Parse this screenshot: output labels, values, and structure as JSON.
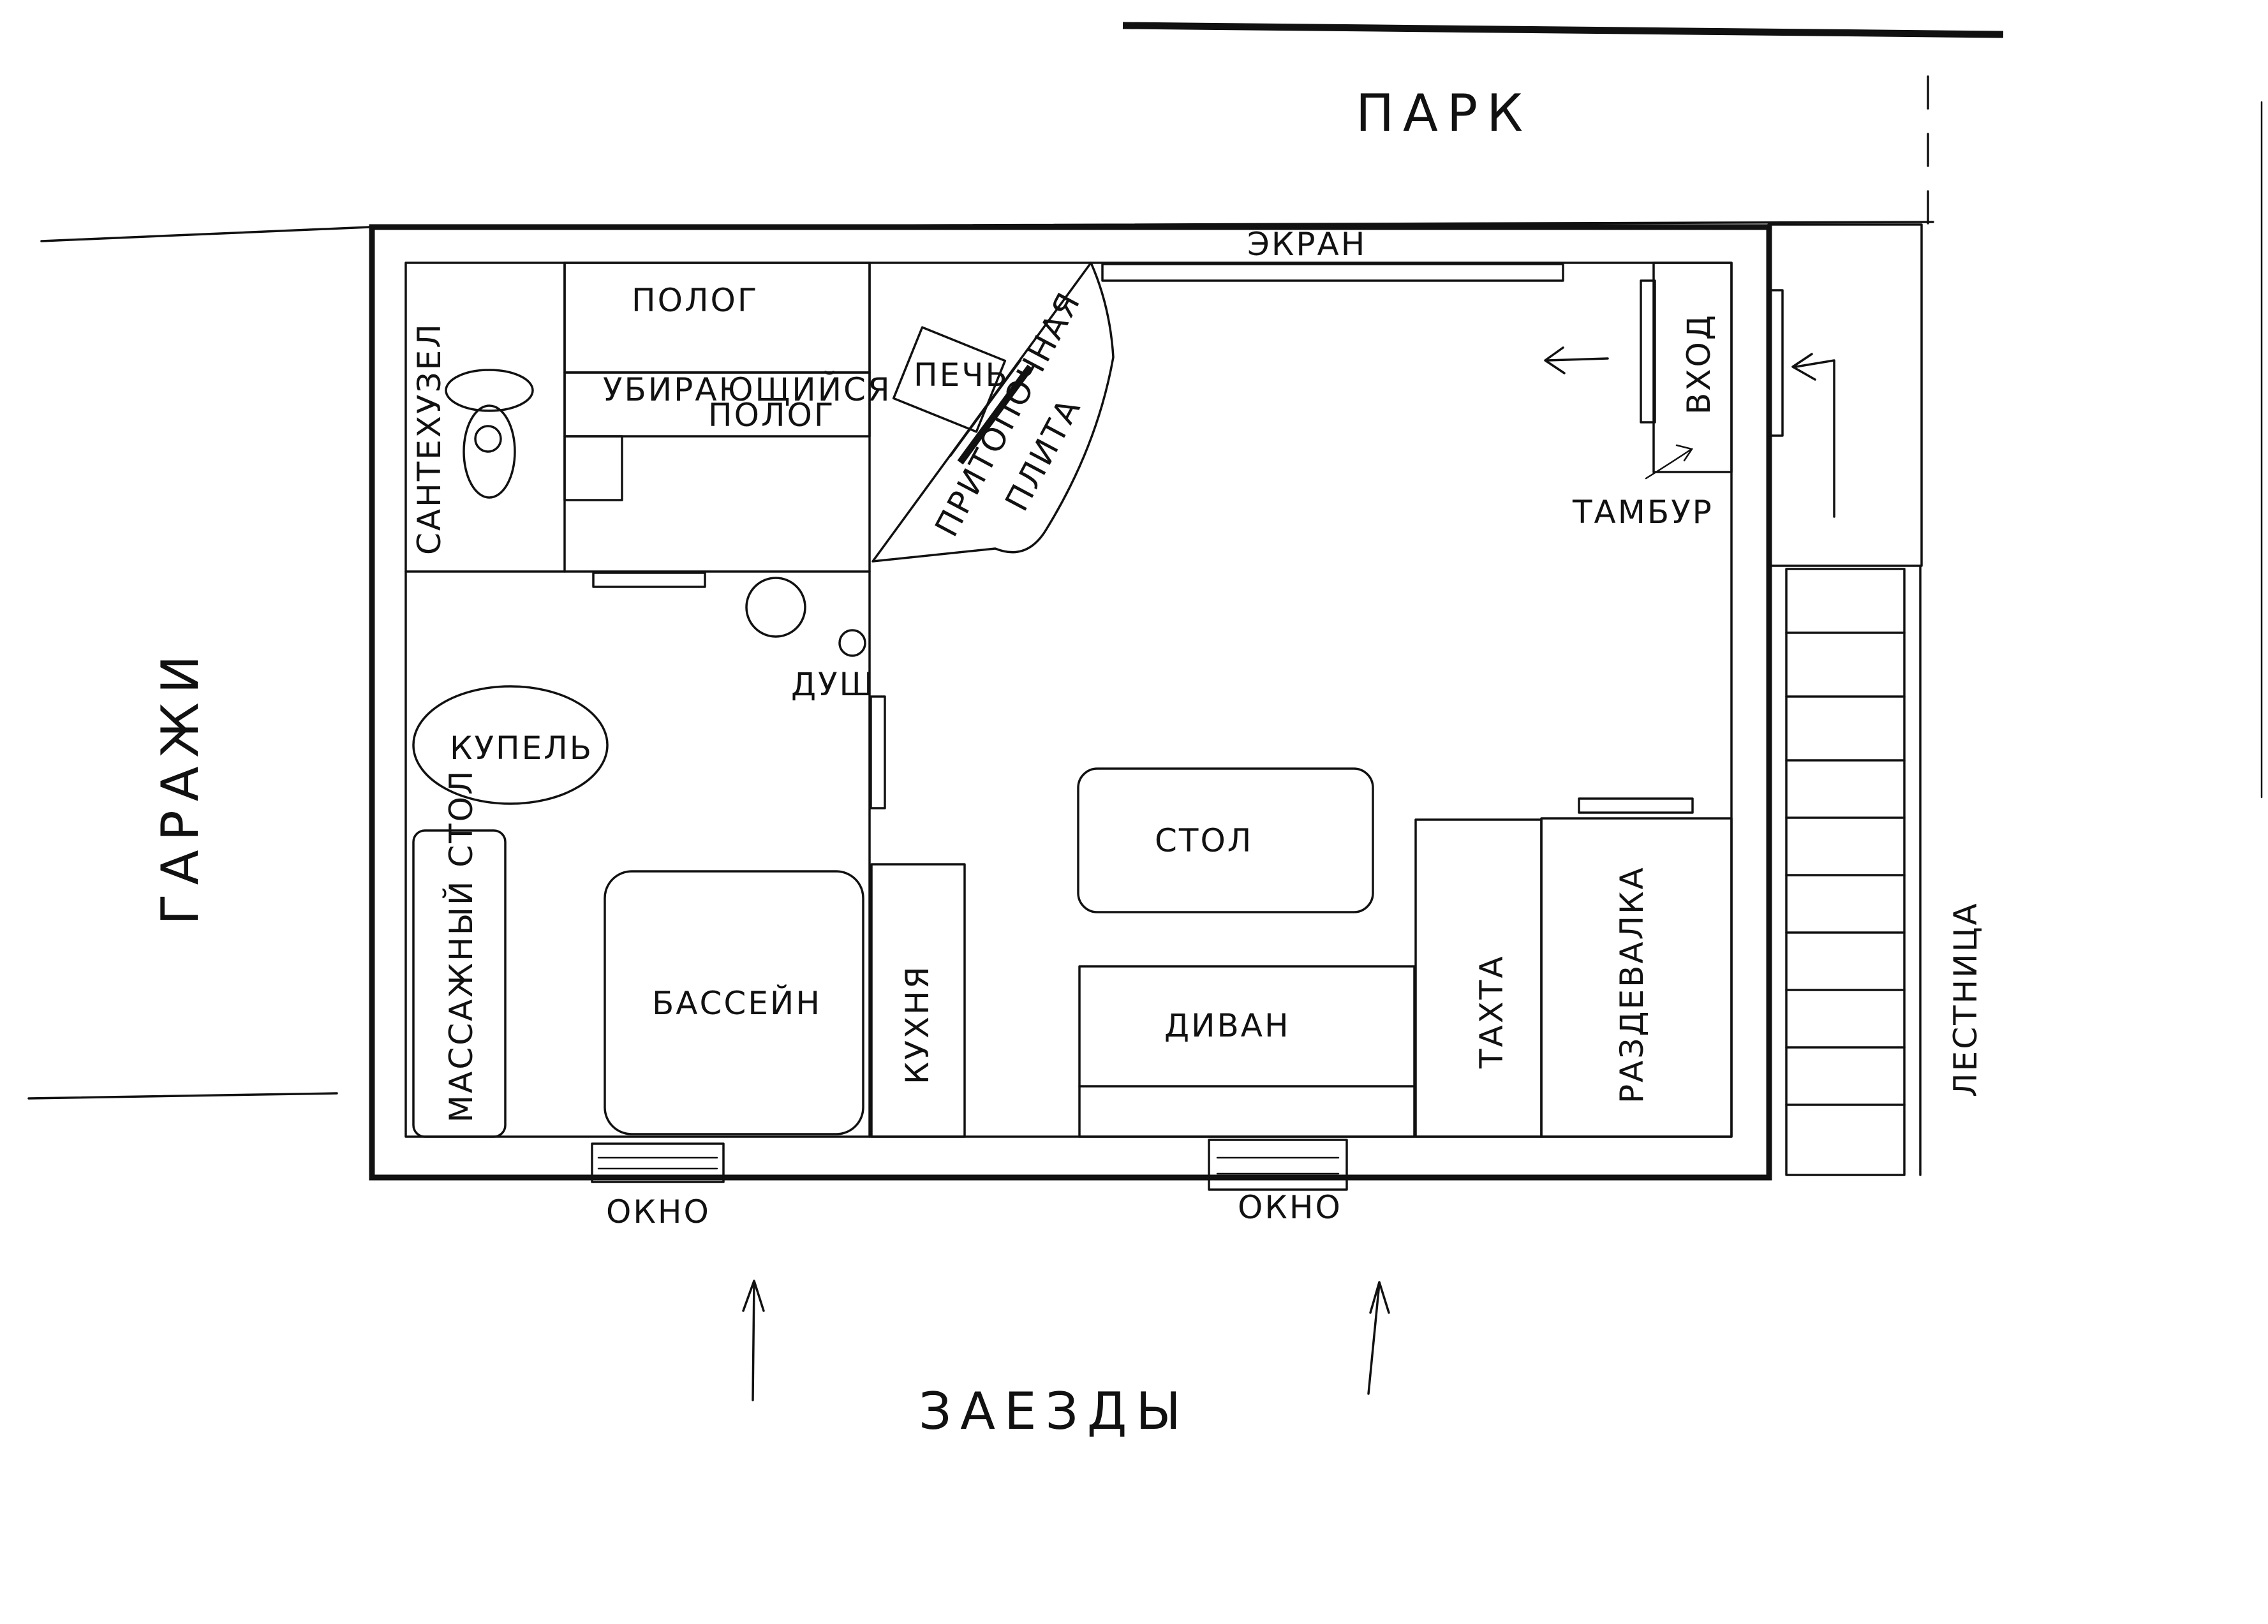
{
  "outside": {
    "park": "ПАРК",
    "garages": "ГАРАЖИ",
    "driveways": "ЗАЕЗДЫ",
    "stairs": "ЛЕСТНИЦА"
  },
  "rooms": {
    "toilet": "САНТЕХУЗЕЛ",
    "shelf": "ПОЛОГ",
    "retractable_shelf_line1": "УБИРАЮЩИЙСЯ",
    "retractable_shelf_line2": "ПОЛОГ",
    "stove": "ПЕЧЬ",
    "hob_line1": "ПРИТОПОЧНАЯ",
    "hob_line2": "ПЛИТА",
    "screen": "ЭКРАН",
    "entrance": "ВХОД",
    "vestibule": "ТАМБУР",
    "shower": "ДУШ",
    "font": "КУПЕЛЬ",
    "massage_table": "МАССАЖНЫЙ СТОЛ",
    "pool": "БАССЕЙН",
    "kitchen": "КУХНЯ",
    "table": "СТОЛ",
    "sofa": "ДИВАН",
    "couch": "ТАХТА",
    "changing_room": "РАЗДЕВАЛКА",
    "window_left": "ОКНО",
    "window_right": "ОКНО"
  }
}
